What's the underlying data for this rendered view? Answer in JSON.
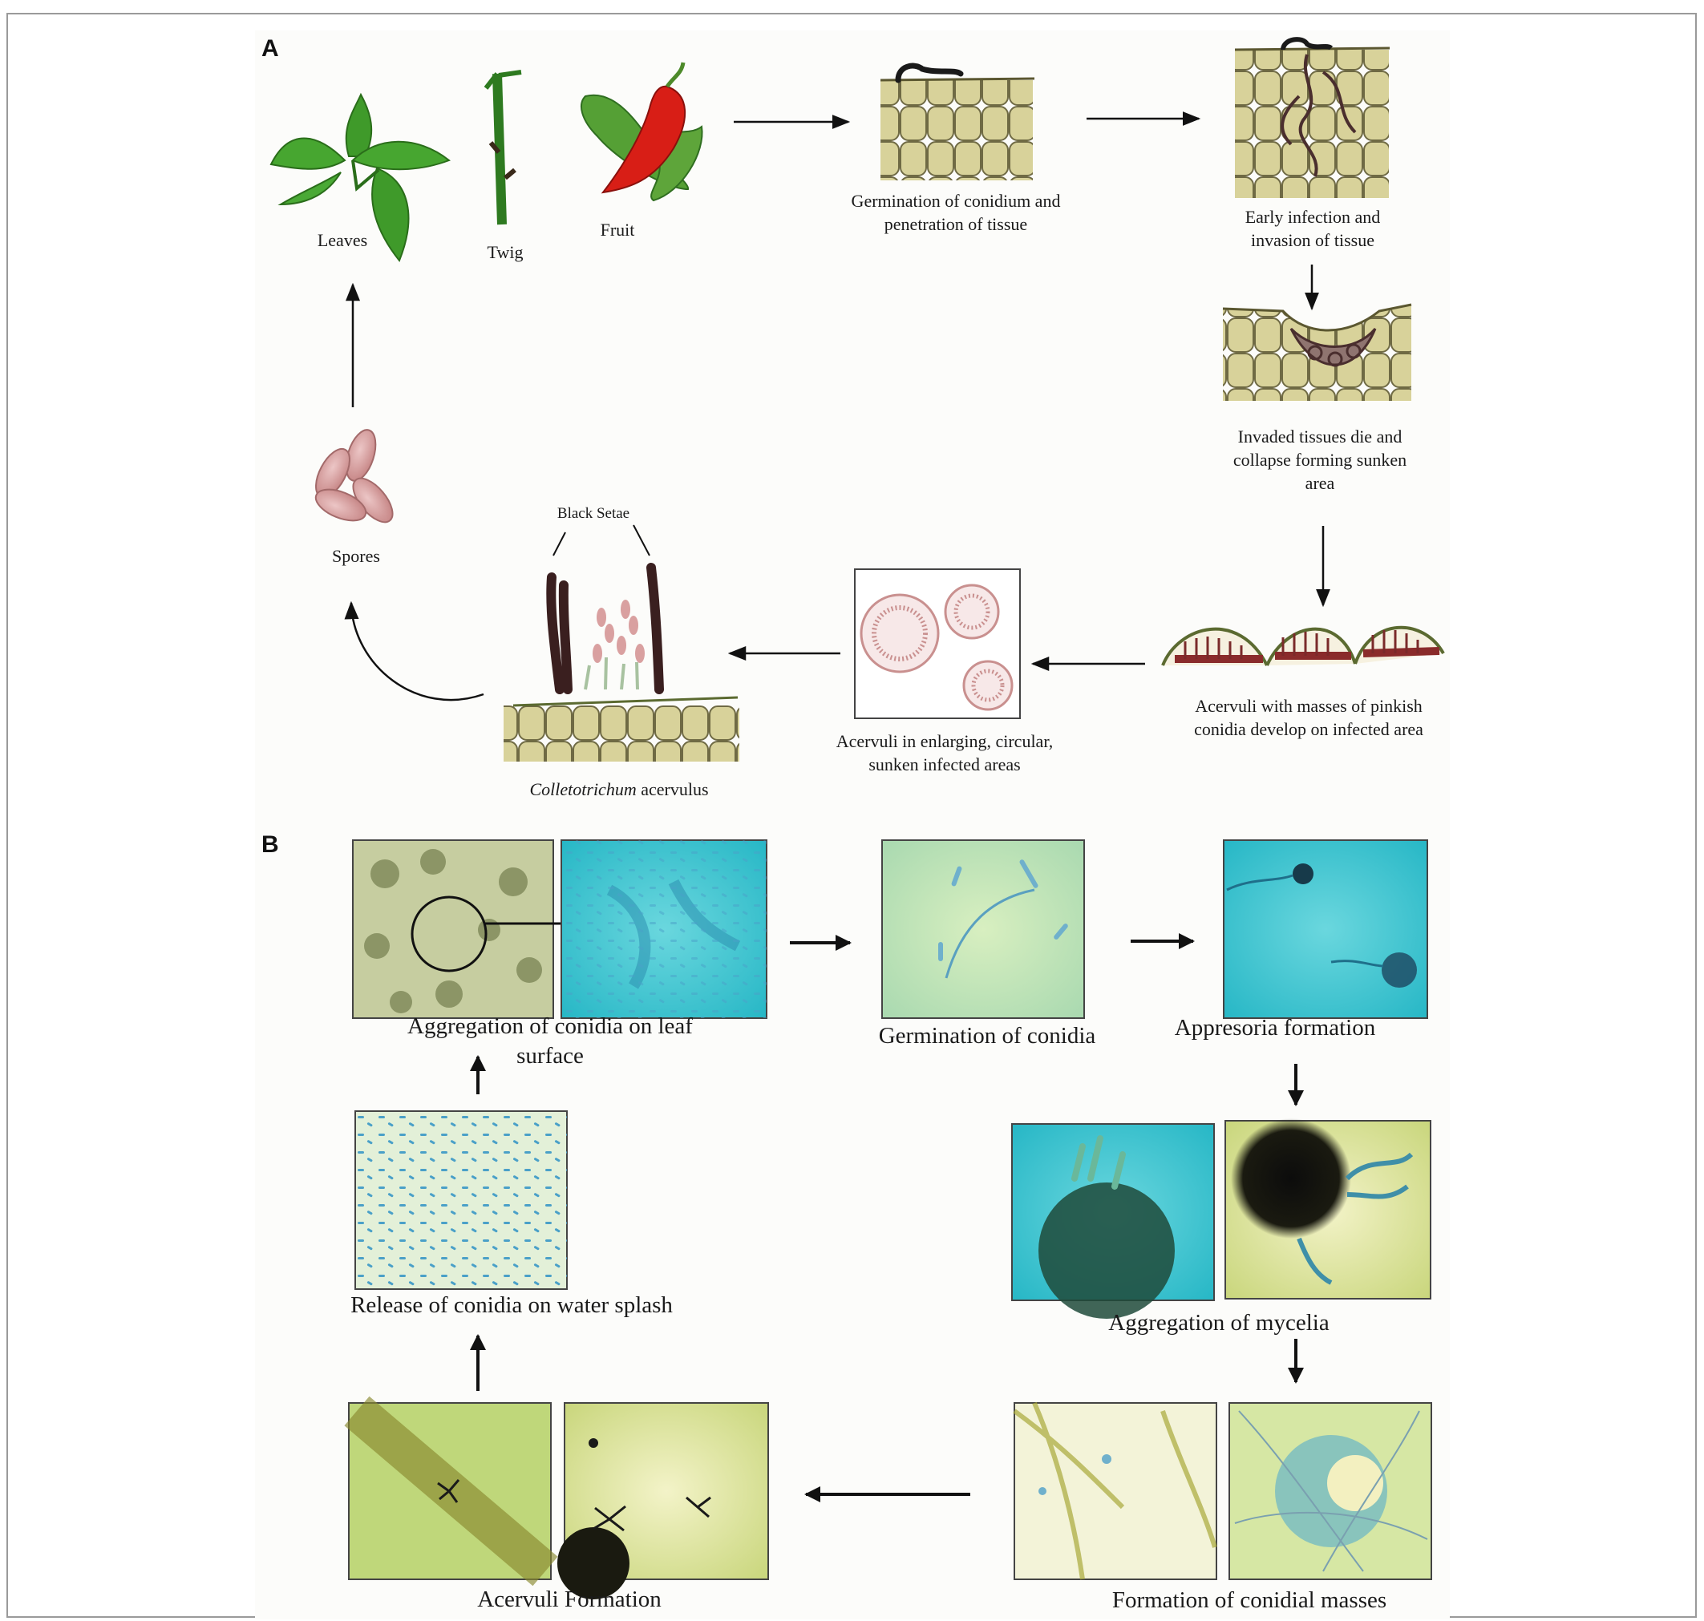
{
  "panels": {
    "a_letter": "A",
    "b_letter": "B"
  },
  "panel_a": {
    "leaves": "Leaves",
    "twig": "Twig",
    "fruit": "Fruit",
    "germination_line1": "Germination of conidium and",
    "germination_line2": "penetration of tissue",
    "early_line1": "Early infection and",
    "early_line2": "invasion of tissue",
    "invaded_line1": "Invaded tissues die and",
    "invaded_line2": "collapse forming sunken",
    "invaded_line3": "area",
    "acervuli_masses_line1": "Acervuli with masses of pinkish",
    "acervuli_masses_line2": "conidia develop on infected area",
    "acervuli_circular_line1": "Acervuli in enlarging, circular,",
    "acervuli_circular_line2": "sunken infected areas",
    "black_setae": "Black Setae",
    "acervulus_genus": "Colletotrichum",
    "acervulus_word": "acervulus",
    "spores": "Spores"
  },
  "panel_b": {
    "aggregation_conidia_line1": "Aggregation of conidia on leaf",
    "aggregation_conidia_line2": "surface",
    "germination_conidia": "Germination of conidia",
    "appresoria": "Appresoria formation",
    "aggregation_mycelia": "Aggregation of mycelia",
    "release_conidia": "Release of conidia on water splash",
    "acervuli_formation": "Acervuli Formation",
    "conidial_masses": "Formation of conidial masses"
  },
  "colors": {
    "cell_fill": "#d8d29a",
    "cell_stroke": "#6f6a44",
    "leaf_green": "#3f9a2a",
    "chili_red": "#d81e16",
    "spore_pink": "#d9a5a5",
    "microscope_cyan": "#43c9d2",
    "microscope_green": "#b7e1a4"
  }
}
